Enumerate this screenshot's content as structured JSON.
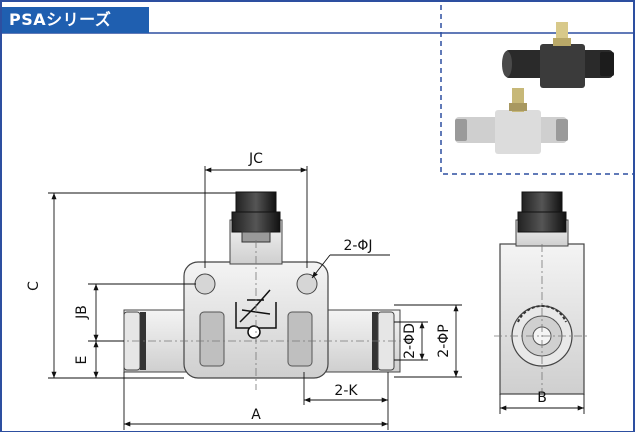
{
  "series_title": "PSAシリーズ",
  "dimension_labels": {
    "jc": "JC",
    "c": "C",
    "jb": "JB",
    "e": "E",
    "a": "A",
    "two_k": "2-K",
    "two_phi_j": "2-ΦJ",
    "two_phi_d": "2-ΦD",
    "two_phi_p": "2-ΦP",
    "b": "B"
  },
  "colors": {
    "accent": "#1f5fb0",
    "frame_border": "#2d4fa0"
  }
}
